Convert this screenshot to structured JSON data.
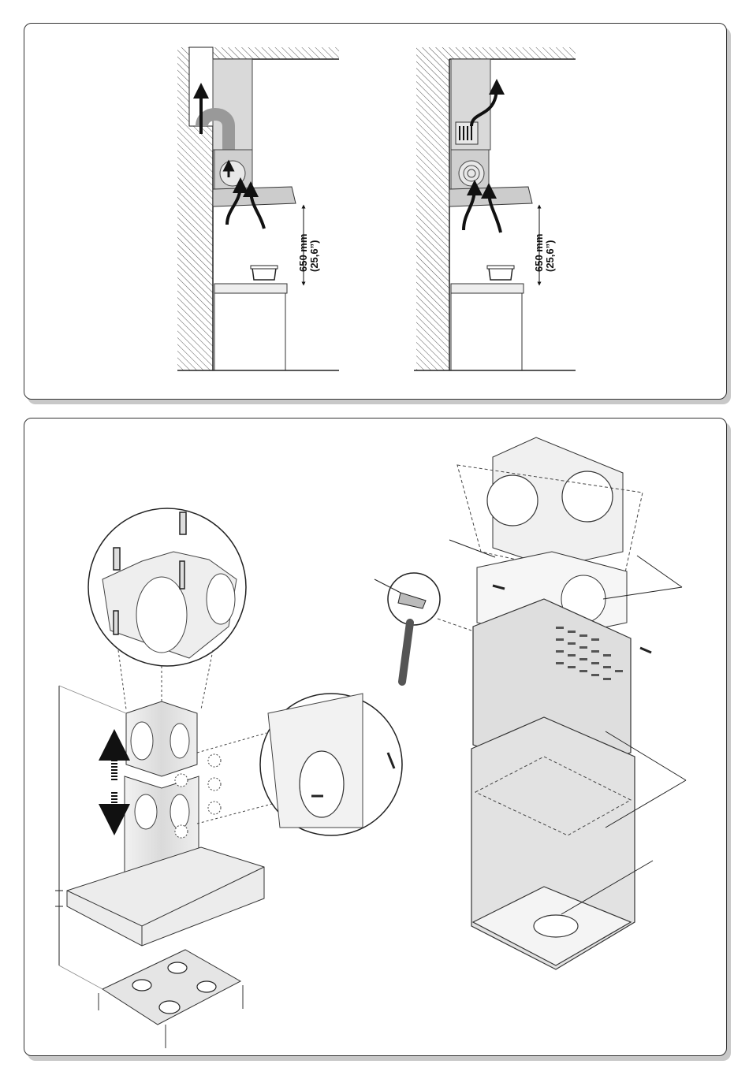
{
  "top_panel": {
    "left_diagram": {
      "mode": "ducted",
      "height_label": "650 mm",
      "height_label_inch": "(25,6”)"
    },
    "right_diagram": {
      "mode": "recirculating",
      "height_label": "650 mm",
      "height_label_inch": "(25,6”)"
    }
  },
  "bottom_panel": {
    "left_figure": "chimney-height-adjustment",
    "right_figure": "hood-assembly-exploded"
  },
  "colors": {
    "hatch": "#555555",
    "hood_fill": "#d9d9d9",
    "panel_border": "#333333",
    "steel": "#e6e6e6"
  }
}
